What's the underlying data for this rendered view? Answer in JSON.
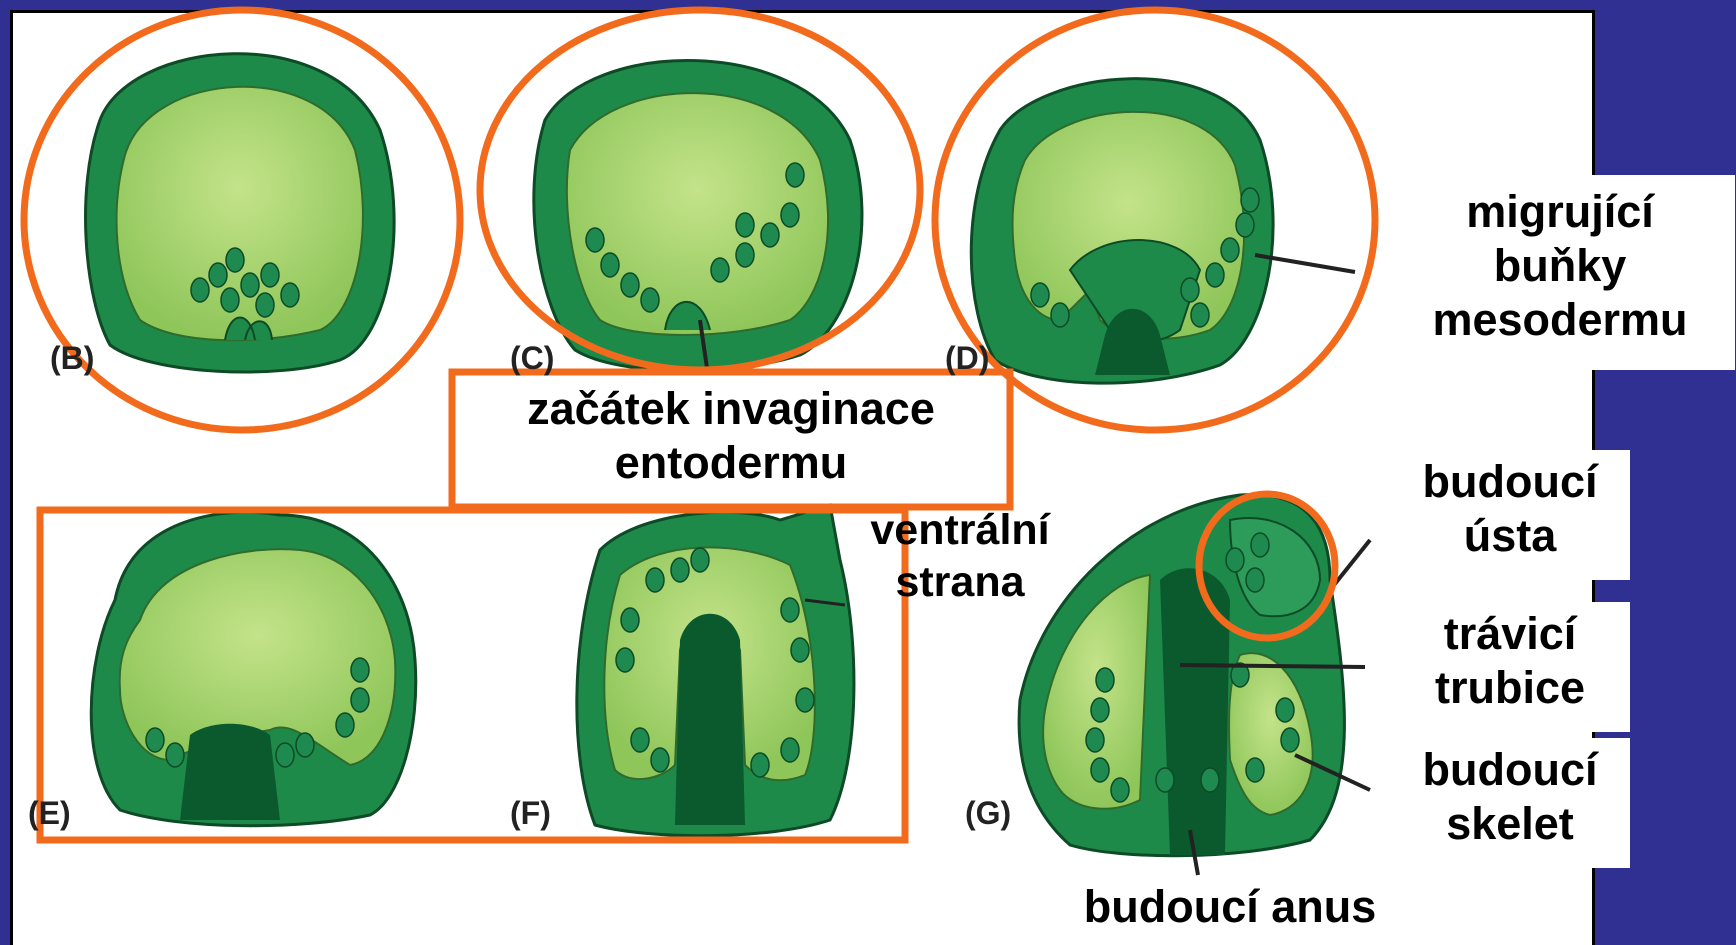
{
  "stages": {
    "B": "(B)",
    "C": "(C)",
    "D": "(D)",
    "E": "(E)",
    "F": "(F)",
    "G": "(G)"
  },
  "labels": {
    "migrating_cells": [
      "migrující",
      "buňky",
      "mesodermu"
    ],
    "invagination_start": [
      "začátek invaginace",
      "entodermu"
    ],
    "ventral_side": [
      "ventrální",
      "strana"
    ],
    "future_mouth": [
      "budoucí",
      "ústa"
    ],
    "digestive_tube": [
      "trávicí",
      "trubice"
    ],
    "future_skeleton": [
      "budoucí",
      "skelet"
    ],
    "future_anus": "budoucí anus"
  },
  "colors": {
    "background": "#2f3092",
    "panel": "#ffffff",
    "ectoderm_dark": "#1e8a4a",
    "blastocoel_light": "#a8d66a",
    "gut_dark": "#0b5a2e",
    "highlight": "#f26b1d"
  }
}
